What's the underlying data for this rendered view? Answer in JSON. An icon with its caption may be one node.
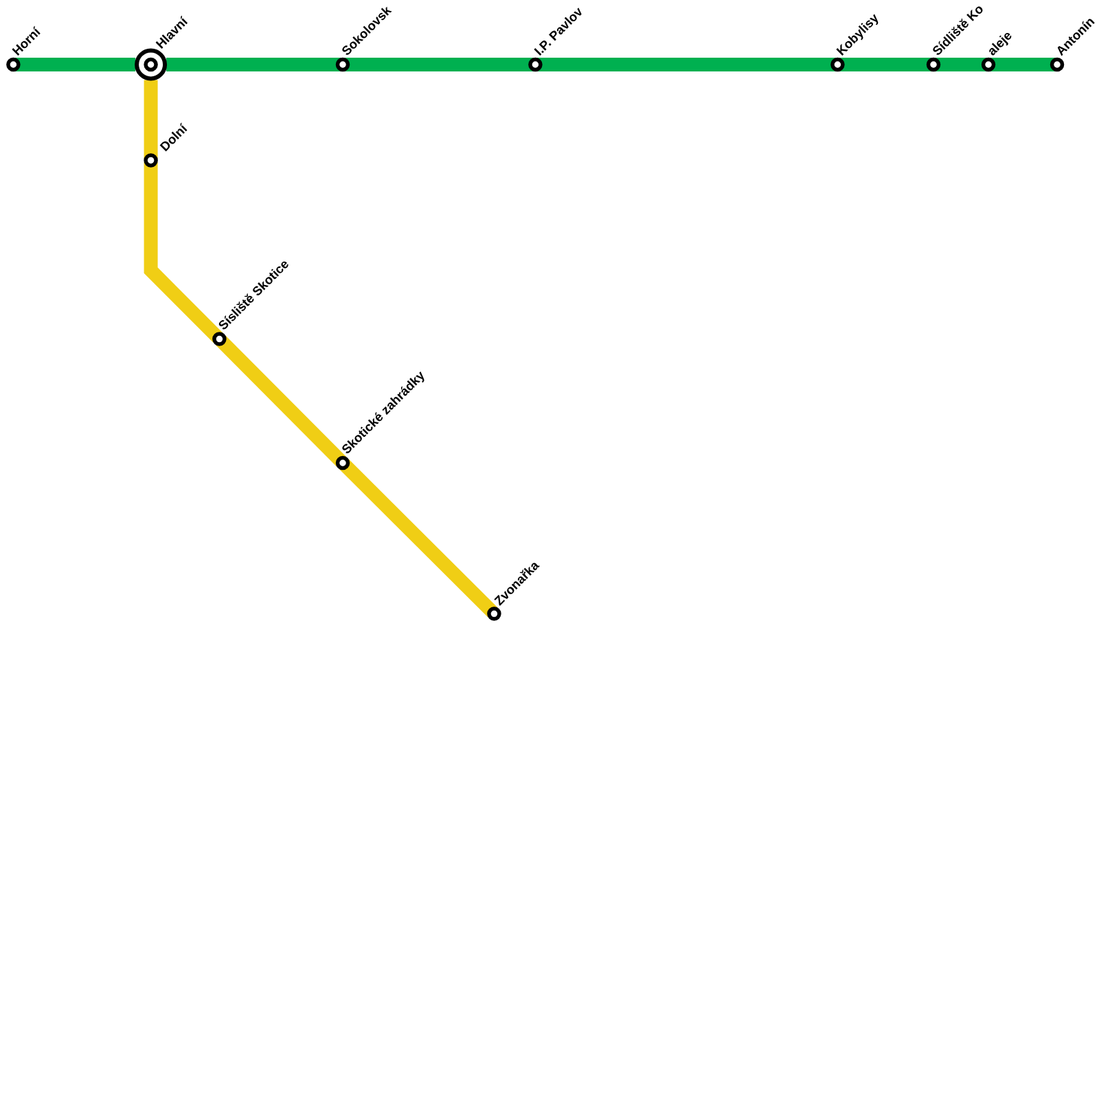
{
  "diagram": {
    "nodes": [
      {
        "text": [
          "Horní"
        ]
      },
      {
        "text": [
          "Hlavní"
        ]
      },
      {
        "text": [
          "Sokolovsk"
        ]
      },
      {
        "text": [
          "I.P. Pavlov"
        ]
      },
      {
        "text": [
          "Kobylisy"
        ]
      },
      {
        "text": [
          "Sídliště Ko"
        ]
      },
      {
        "text": [
          "aleje"
        ]
      },
      {
        "text": [
          "Antonín"
        ]
      },
      {
        "text": [
          "Dolní"
        ]
      },
      {
        "text": [
          "Sísliště Skotice"
        ]
      },
      {
        "text": [
          "Skotické zahrádky"
        ]
      },
      {
        "text": [
          "Zvonařka"
        ]
      }
    ],
    "edges": [
      {
        "from": 0,
        "to": 1,
        "arrow": "none"
      },
      {
        "from": 1,
        "to": 2,
        "arrow": "none"
      },
      {
        "from": 2,
        "to": 3,
        "arrow": "none"
      },
      {
        "from": 3,
        "to": 4,
        "arrow": "none"
      },
      {
        "from": 4,
        "to": 5,
        "arrow": "none"
      },
      {
        "from": 5,
        "to": 6,
        "arrow": "none"
      },
      {
        "from": 6,
        "to": 7,
        "arrow": "none"
      },
      {
        "from": 1,
        "to": 8,
        "arrow": "none",
        "color": "#f0ce15"
      },
      {
        "from": 8,
        "to": 9,
        "arrow": "none",
        "color": "#f0ce15"
      },
      {
        "from": 9,
        "to": 10,
        "arrow": "none",
        "color": "#f0ce15"
      },
      {
        "from": 10,
        "to": 11,
        "arrow": "none",
        "color": "#f0ce15"
      }
    ]
  }
}
